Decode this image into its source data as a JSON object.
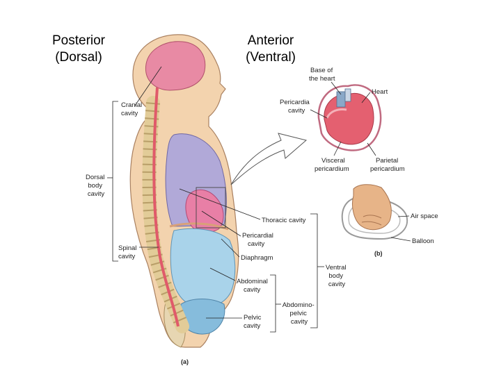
{
  "headers": {
    "posterior": [
      "Posterior",
      "(Dorsal)"
    ],
    "anterior": [
      "Anterior",
      "(Ventral)"
    ]
  },
  "labels": {
    "cranial": [
      "Cranial",
      "cavity"
    ],
    "dorsal": [
      "Dorsal",
      "body",
      "cavity"
    ],
    "spinal": [
      "Spinal",
      "cavity"
    ],
    "thoracic": [
      "Thoracic cavity"
    ],
    "pericardial": [
      "Pericardial",
      "cavity"
    ],
    "diaphragm": [
      "Diaphragm"
    ],
    "abdominal": [
      "Abdominal",
      "cavity"
    ],
    "pelvic": [
      "Pelvic",
      "cavity"
    ],
    "ventral": [
      "Ventral",
      "body",
      "cavity"
    ],
    "abdominopelvic": [
      "Abdomino-",
      "pelvic",
      "cavity"
    ],
    "base_heart": [
      "Base of",
      "the heart"
    ],
    "heart": [
      "Heart"
    ],
    "pericardia_cavity": [
      "Pericardia",
      "cavity"
    ],
    "visceral": [
      "Visceral",
      "pericardium"
    ],
    "parietal": [
      "Parietal",
      "pericardium"
    ],
    "air_space": [
      "Air space"
    ],
    "balloon": [
      "Balloon"
    ],
    "panel_a": [
      "(a)"
    ],
    "panel_b": [
      "(b)"
    ]
  }
}
